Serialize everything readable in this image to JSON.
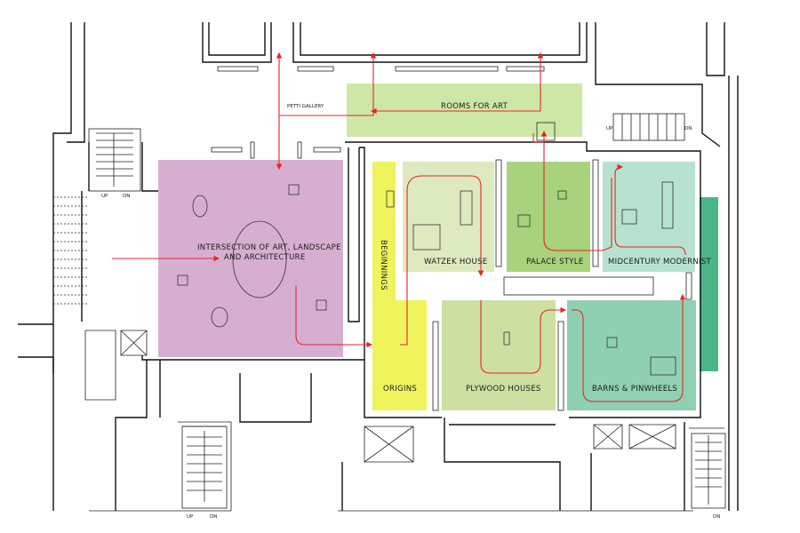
{
  "colors": {
    "intersection": "#d6afd0",
    "rooms_for_art": "#cde8a6",
    "origins": "#eff45d",
    "watzek": "#dde9bf",
    "palace": "#a9d27c",
    "midcentury": "#b7e2cf",
    "plywood": "#cde0a1",
    "barns": "#8fd0b2",
    "long_green": "#4bb58a",
    "route": "#e3262b"
  },
  "labels": {
    "petti_gallery": "PETTI GALLERY",
    "rooms_for_art": "ROOMS FOR ART",
    "intersection_line1": "INTERSECTION OF ART, LANDSCAPE",
    "intersection_line2": "AND ARCHITECTURE",
    "beginnings": "BEGINNINGS",
    "origins": "ORIGINS",
    "watzek_house": "WATZEK HOUSE",
    "palace_style": "PALACE STYLE",
    "midcentury_modernist": "MIDCENTURY MODERNIST",
    "plywood_houses": "PLYWOOD HOUSES",
    "barns_pinwheels": "BARNS & PINWHEELS",
    "stair_up": "UP",
    "stair_dn": "DN"
  }
}
